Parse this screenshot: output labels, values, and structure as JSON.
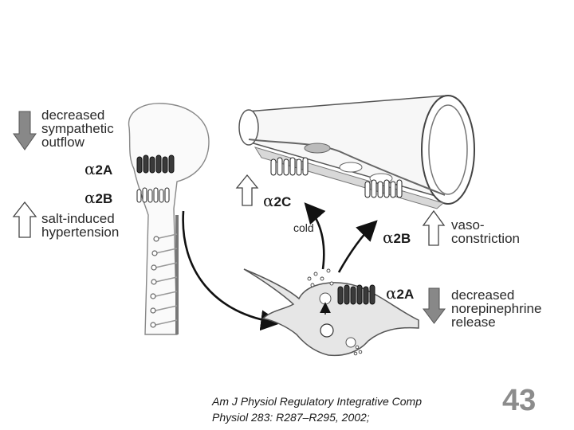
{
  "left_panel": {
    "sympathetic_label": [
      "decreased",
      "sympathetic",
      "outflow"
    ],
    "receptor_2a": {
      "greek": "α",
      "sub": "2A"
    },
    "receptor_2b": {
      "greek": "α",
      "sub": "2B"
    },
    "hypertension_label": [
      "salt-induced",
      "hypertension"
    ]
  },
  "right_panel": {
    "receptor_2c": {
      "greek": "α",
      "sub": "2C"
    },
    "cold_label": "cold",
    "receptor_2b": {
      "greek": "α",
      "sub": "2B"
    },
    "vasoconstriction_label": [
      "vaso-",
      "constriction"
    ],
    "receptor_2a": {
      "greek": "α",
      "sub": "2A"
    },
    "norepinephrine_label": [
      "decreased",
      "norepinephrine",
      "release"
    ]
  },
  "citation": [
    "Am J Physiol Regulatory Integrative Comp",
    "Physiol 283: R287–R295, 2002;"
  ],
  "slide_number": "43",
  "icons": {
    "down": "down-arrow-icon",
    "up": "up-arrow-icon"
  }
}
